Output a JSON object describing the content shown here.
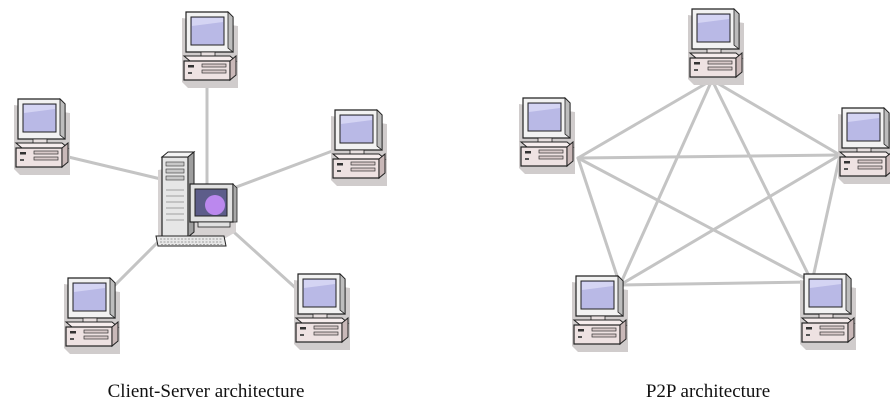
{
  "diagrams": {
    "client_server": {
      "caption": "Client-Server architecture",
      "server": "server",
      "clients": [
        "client-top",
        "client-right-upper",
        "client-right-lower",
        "client-left-lower",
        "client-left-upper"
      ]
    },
    "p2p": {
      "caption": "P2P architecture",
      "peers": [
        "peer-top",
        "peer-right",
        "peer-bottom-right",
        "peer-bottom-left",
        "peer-left"
      ],
      "links": "fully connected"
    }
  },
  "colors": {
    "link": "#c4c4c4",
    "screen": "#b9b9e6",
    "case": "#eee2e2",
    "server_accent": "#bb88ee"
  },
  "icons": [
    "desktop-computer-icon",
    "server-workstation-icon"
  ]
}
